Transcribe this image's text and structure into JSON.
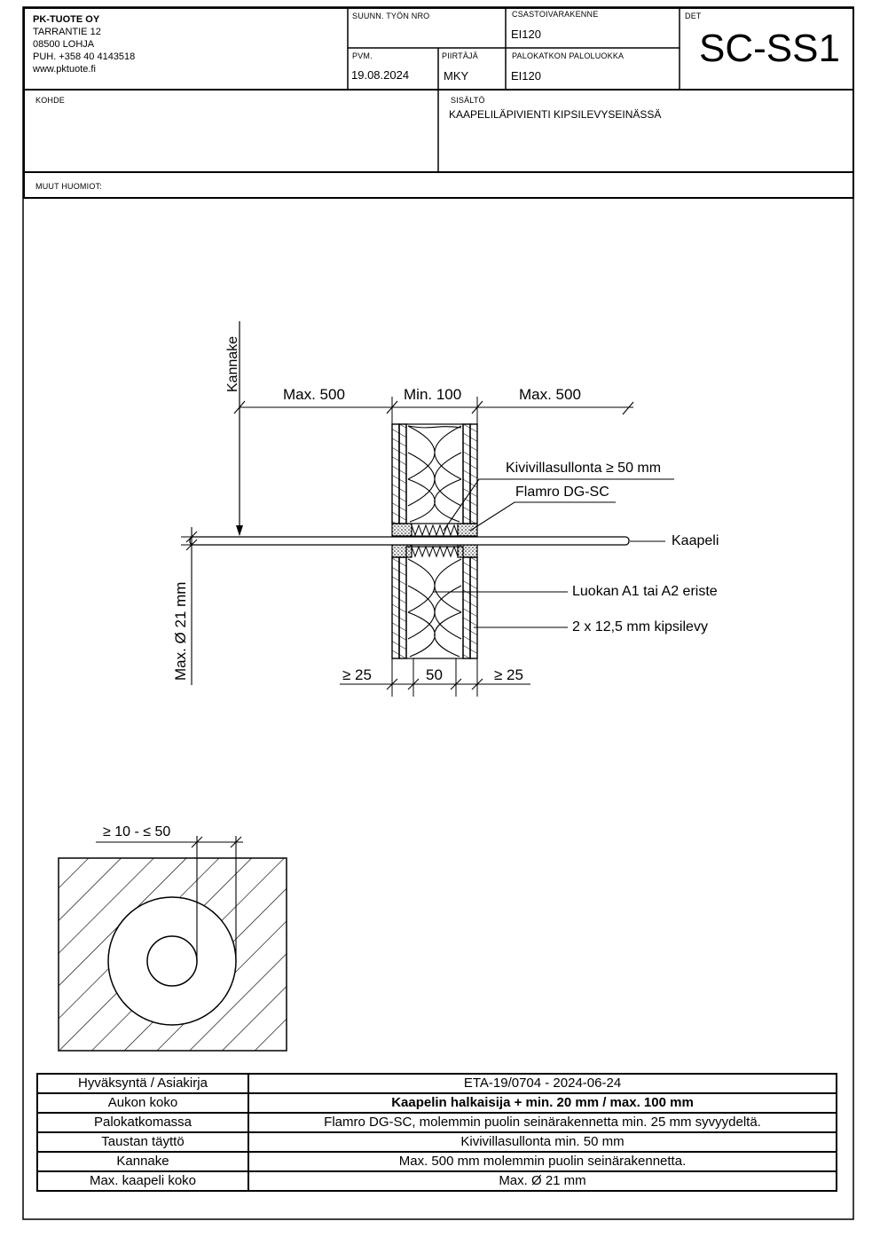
{
  "header": {
    "company": {
      "name": "PK-TUOTE OY",
      "street": "TARRANTIE 12",
      "postal": "08500 LOHJA",
      "phone": "PUH. +358 40 4143518",
      "web": "www.pktuote.fi"
    },
    "suunn_label": "SUUNN. TYÖN NRO",
    "suunn_value": "",
    "csasto_label": "CSASTOIVARAKENNE",
    "csasto_value": "EI120",
    "det_label": "DET",
    "det_value": "SC-SS1",
    "pvm_label": "PVM.",
    "pvm_value": "19.08.2024",
    "piirtaja_label": "PIIRTÄJÄ",
    "piirtaja_value": "MKY",
    "palokatkon_label": "PALOKATKON PALOLUOKKA",
    "palokatkon_value": "EI120",
    "kohde_label": "KOHDE",
    "kohde_value": "",
    "sisalto_label": "SISÄLTÖ",
    "sisalto_value": "KAAPELILÄPIVIENTI KIPSILEVYSEINÄSSÄ",
    "muut_label": "MUUT HUOMIOT:"
  },
  "drawing": {
    "kannake": "Kannake",
    "max500_left": "Max. 500",
    "min100": "Min. 100",
    "max500_right": "Max. 500",
    "kivivilla": "Kivivillasullonta ≥ 50 mm",
    "flamro": "Flamro DG-SC",
    "kaapeli": "Kaapeli",
    "luokan": "Luokan A1 tai A2 eriste",
    "kipsilevy": "2 x 12,5 mm kipsilevy",
    "max_dia": "Max. Ø 21 mm",
    "ge25_left": "≥ 25",
    "dim50": "50",
    "ge25_right": "≥ 25",
    "section_dim": "≥ 10 - ≤ 50"
  },
  "spec_table": {
    "rows": [
      {
        "key": "Hyväksyntä / Asiakirja",
        "value": "ETA-19/0704 - 2024-06-24"
      },
      {
        "key": "Aukon koko",
        "value": "Kaapelin halkaisija + min. 20 mm / max. 100 mm"
      },
      {
        "key": "Palokatkomassa",
        "value": "Flamro DG-SC, molemmin puolin seinärakennetta min. 25 mm syvyydeltä."
      },
      {
        "key": "Taustan täyttö",
        "value": "Kivivillasullonta min. 50 mm"
      },
      {
        "key": "Kannake",
        "value": "Max. 500 mm molemmin puolin seinärakennetta."
      },
      {
        "key": "Max. kaapeli koko",
        "value": "Max. Ø 21 mm"
      }
    ]
  }
}
